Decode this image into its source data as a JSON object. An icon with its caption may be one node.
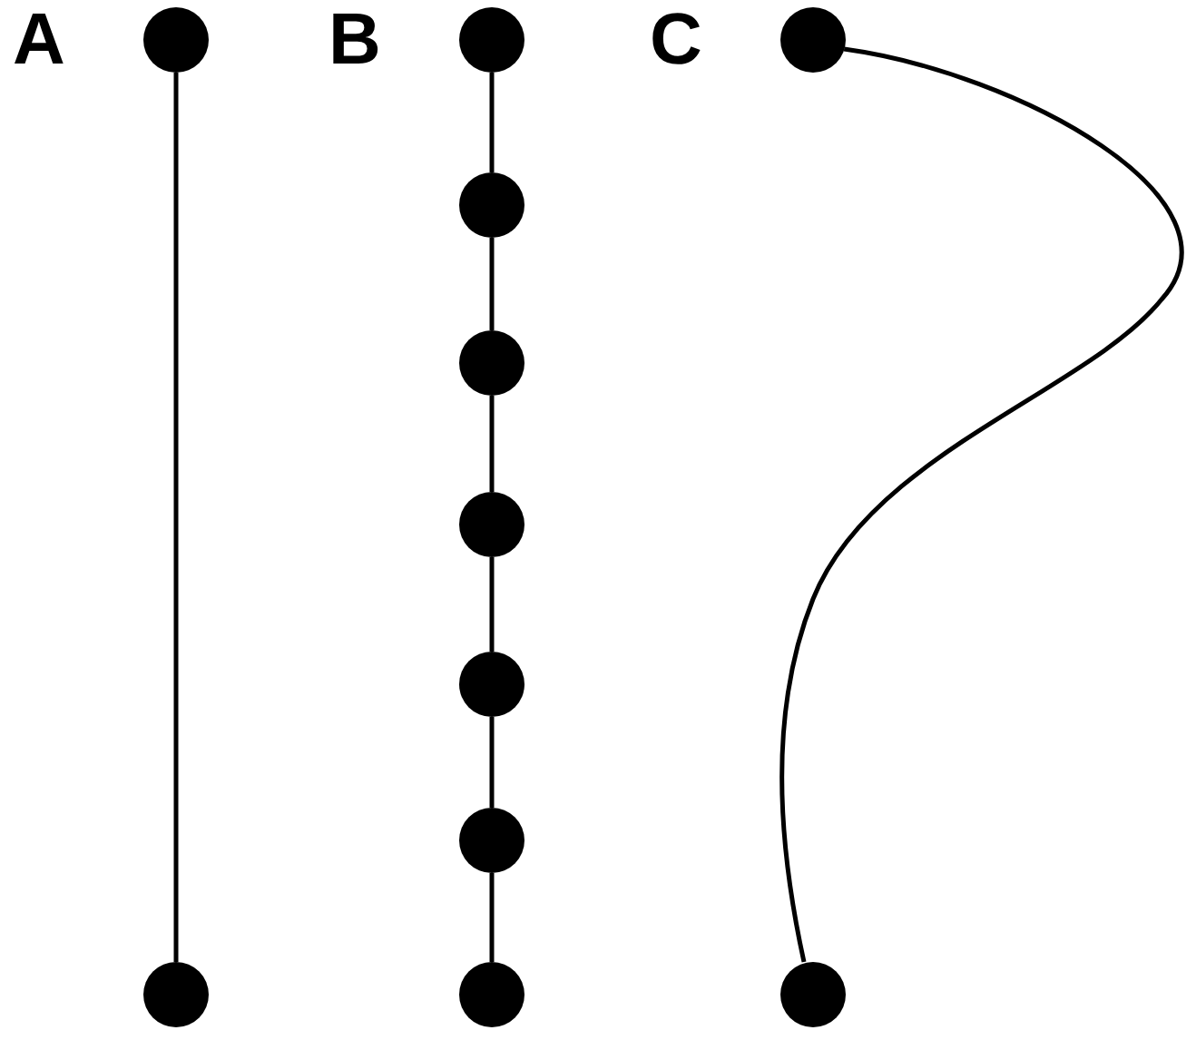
{
  "diagram": {
    "nodes": [
      {
        "text": [],
        "shape": "circle",
        "beside": [
          "A"
        ]
      },
      {
        "text": [],
        "shape": "circle"
      },
      {
        "text": [],
        "shape": "circle",
        "beside": [
          "B"
        ]
      },
      {
        "text": [],
        "shape": "circle"
      },
      {
        "text": [],
        "shape": "circle"
      },
      {
        "text": [],
        "shape": "circle"
      },
      {
        "text": [],
        "shape": "circle"
      },
      {
        "text": [],
        "shape": "circle"
      },
      {
        "text": [],
        "shape": "circle"
      },
      {
        "text": [],
        "shape": "circle",
        "beside": [
          "C"
        ]
      },
      {
        "text": [],
        "shape": "circle"
      }
    ],
    "edges": [
      {
        "from": 0,
        "to": 1,
        "arrow": "none"
      },
      {
        "from": 2,
        "to": 3,
        "arrow": "none"
      },
      {
        "from": 3,
        "to": 4,
        "arrow": "none"
      },
      {
        "from": 4,
        "to": 5,
        "arrow": "none"
      },
      {
        "from": 5,
        "to": 6,
        "arrow": "none"
      },
      {
        "from": 6,
        "to": 7,
        "arrow": "none"
      },
      {
        "from": 7,
        "to": 8,
        "arrow": "none"
      },
      {
        "from": 9,
        "to": 10,
        "arrow": "none"
      }
    ]
  }
}
